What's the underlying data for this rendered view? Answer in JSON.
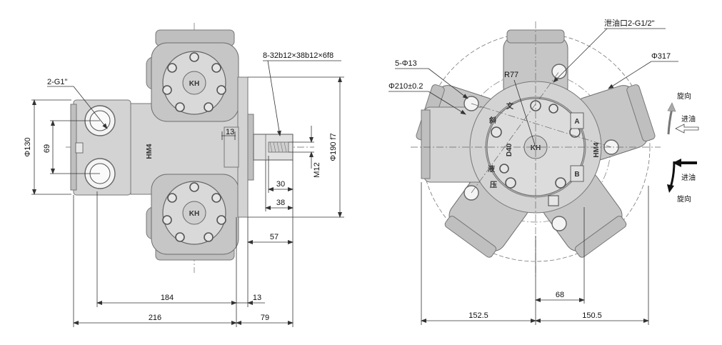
{
  "colors": {
    "body": "#d3d3d3",
    "line": "#333333",
    "text": "#111111",
    "background": "#ffffff"
  },
  "front_view": {
    "labels": {
      "ports": "2-G1\"",
      "spline": "8-32b12×38b12×6f8",
      "body_height": "Φ130",
      "port_spacing": "69",
      "shaft_step": "13",
      "thread": "M12",
      "pilot_dia": "Φ190 f7",
      "shaft_len_30": "30",
      "shaft_len_38": "38",
      "shaft_len_57": "57",
      "len_184": "184",
      "len_13": "13",
      "len_216": "216",
      "len_79": "79"
    },
    "stamp": "HM4",
    "logo_text": "KH"
  },
  "side_view": {
    "labels": {
      "drain": "泄油口2-G1/2\"",
      "holes": "5-Φ13",
      "radius": "R77",
      "bolt_circle": "Φ210±0.2",
      "outer_dia": "Φ317",
      "dist_68": "68",
      "dist_152_5": "152.5",
      "dist_150_5": "150.5"
    },
    "stamps": {
      "model": "HM4",
      "code": "D40",
      "port_a": "A",
      "port_b": "B"
    },
    "chinese_stamps": [
      "斜",
      "文",
      "液",
      "压"
    ],
    "logo_text": "KH"
  },
  "rotation": {
    "upper_rotate": "旋向",
    "upper_inlet": "进油",
    "lower_inlet": "进油",
    "lower_rotate": "旋向"
  }
}
